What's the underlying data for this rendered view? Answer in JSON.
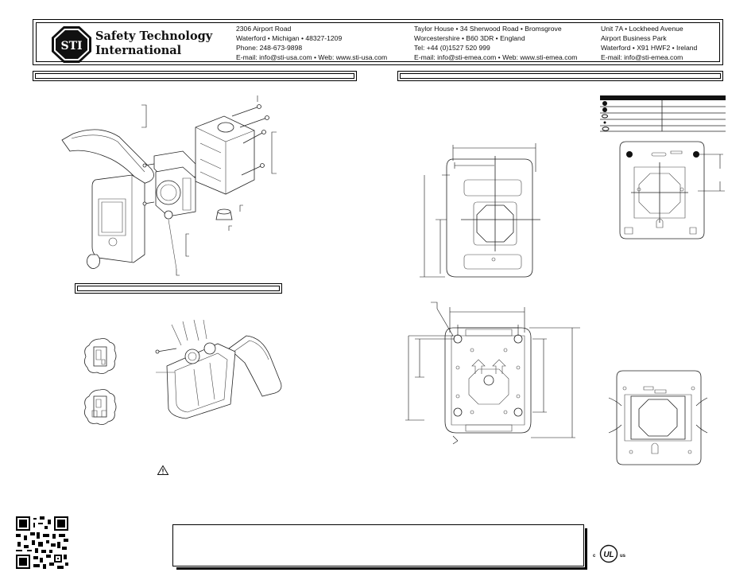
{
  "company": {
    "name_line1": "Safety Technology",
    "name_line2": "International",
    "logo_text": "STI"
  },
  "offices": [
    {
      "lines": [
        "2306 Airport Road",
        "Waterford • Michigan • 48327-1209",
        "Phone: 248-673-9898",
        "E-mail: info@sti-usa.com • Web: www.sti-usa.com"
      ]
    },
    {
      "lines": [
        "Taylor House • 34 Sherwood Road • Bromsgrove",
        "Worcestershire • B60 3DR • England",
        "Tel: +44 (0)1527 520 999",
        "E-mail: info@sti-emea.com • Web: www.sti-emea.com"
      ]
    },
    {
      "lines": [
        "Unit 7A • Lockheed Avenue",
        "Airport Business Park",
        "Waterford • X91 HWF2 • Ireland",
        "E-mail: info@sti-emea.com"
      ]
    }
  ],
  "cert": {
    "mark": "UL",
    "left": "c",
    "right": "us"
  },
  "icons": [
    "sti-logo-icon",
    "qr-code-icon",
    "warning-icon",
    "ul-listed-icon"
  ]
}
